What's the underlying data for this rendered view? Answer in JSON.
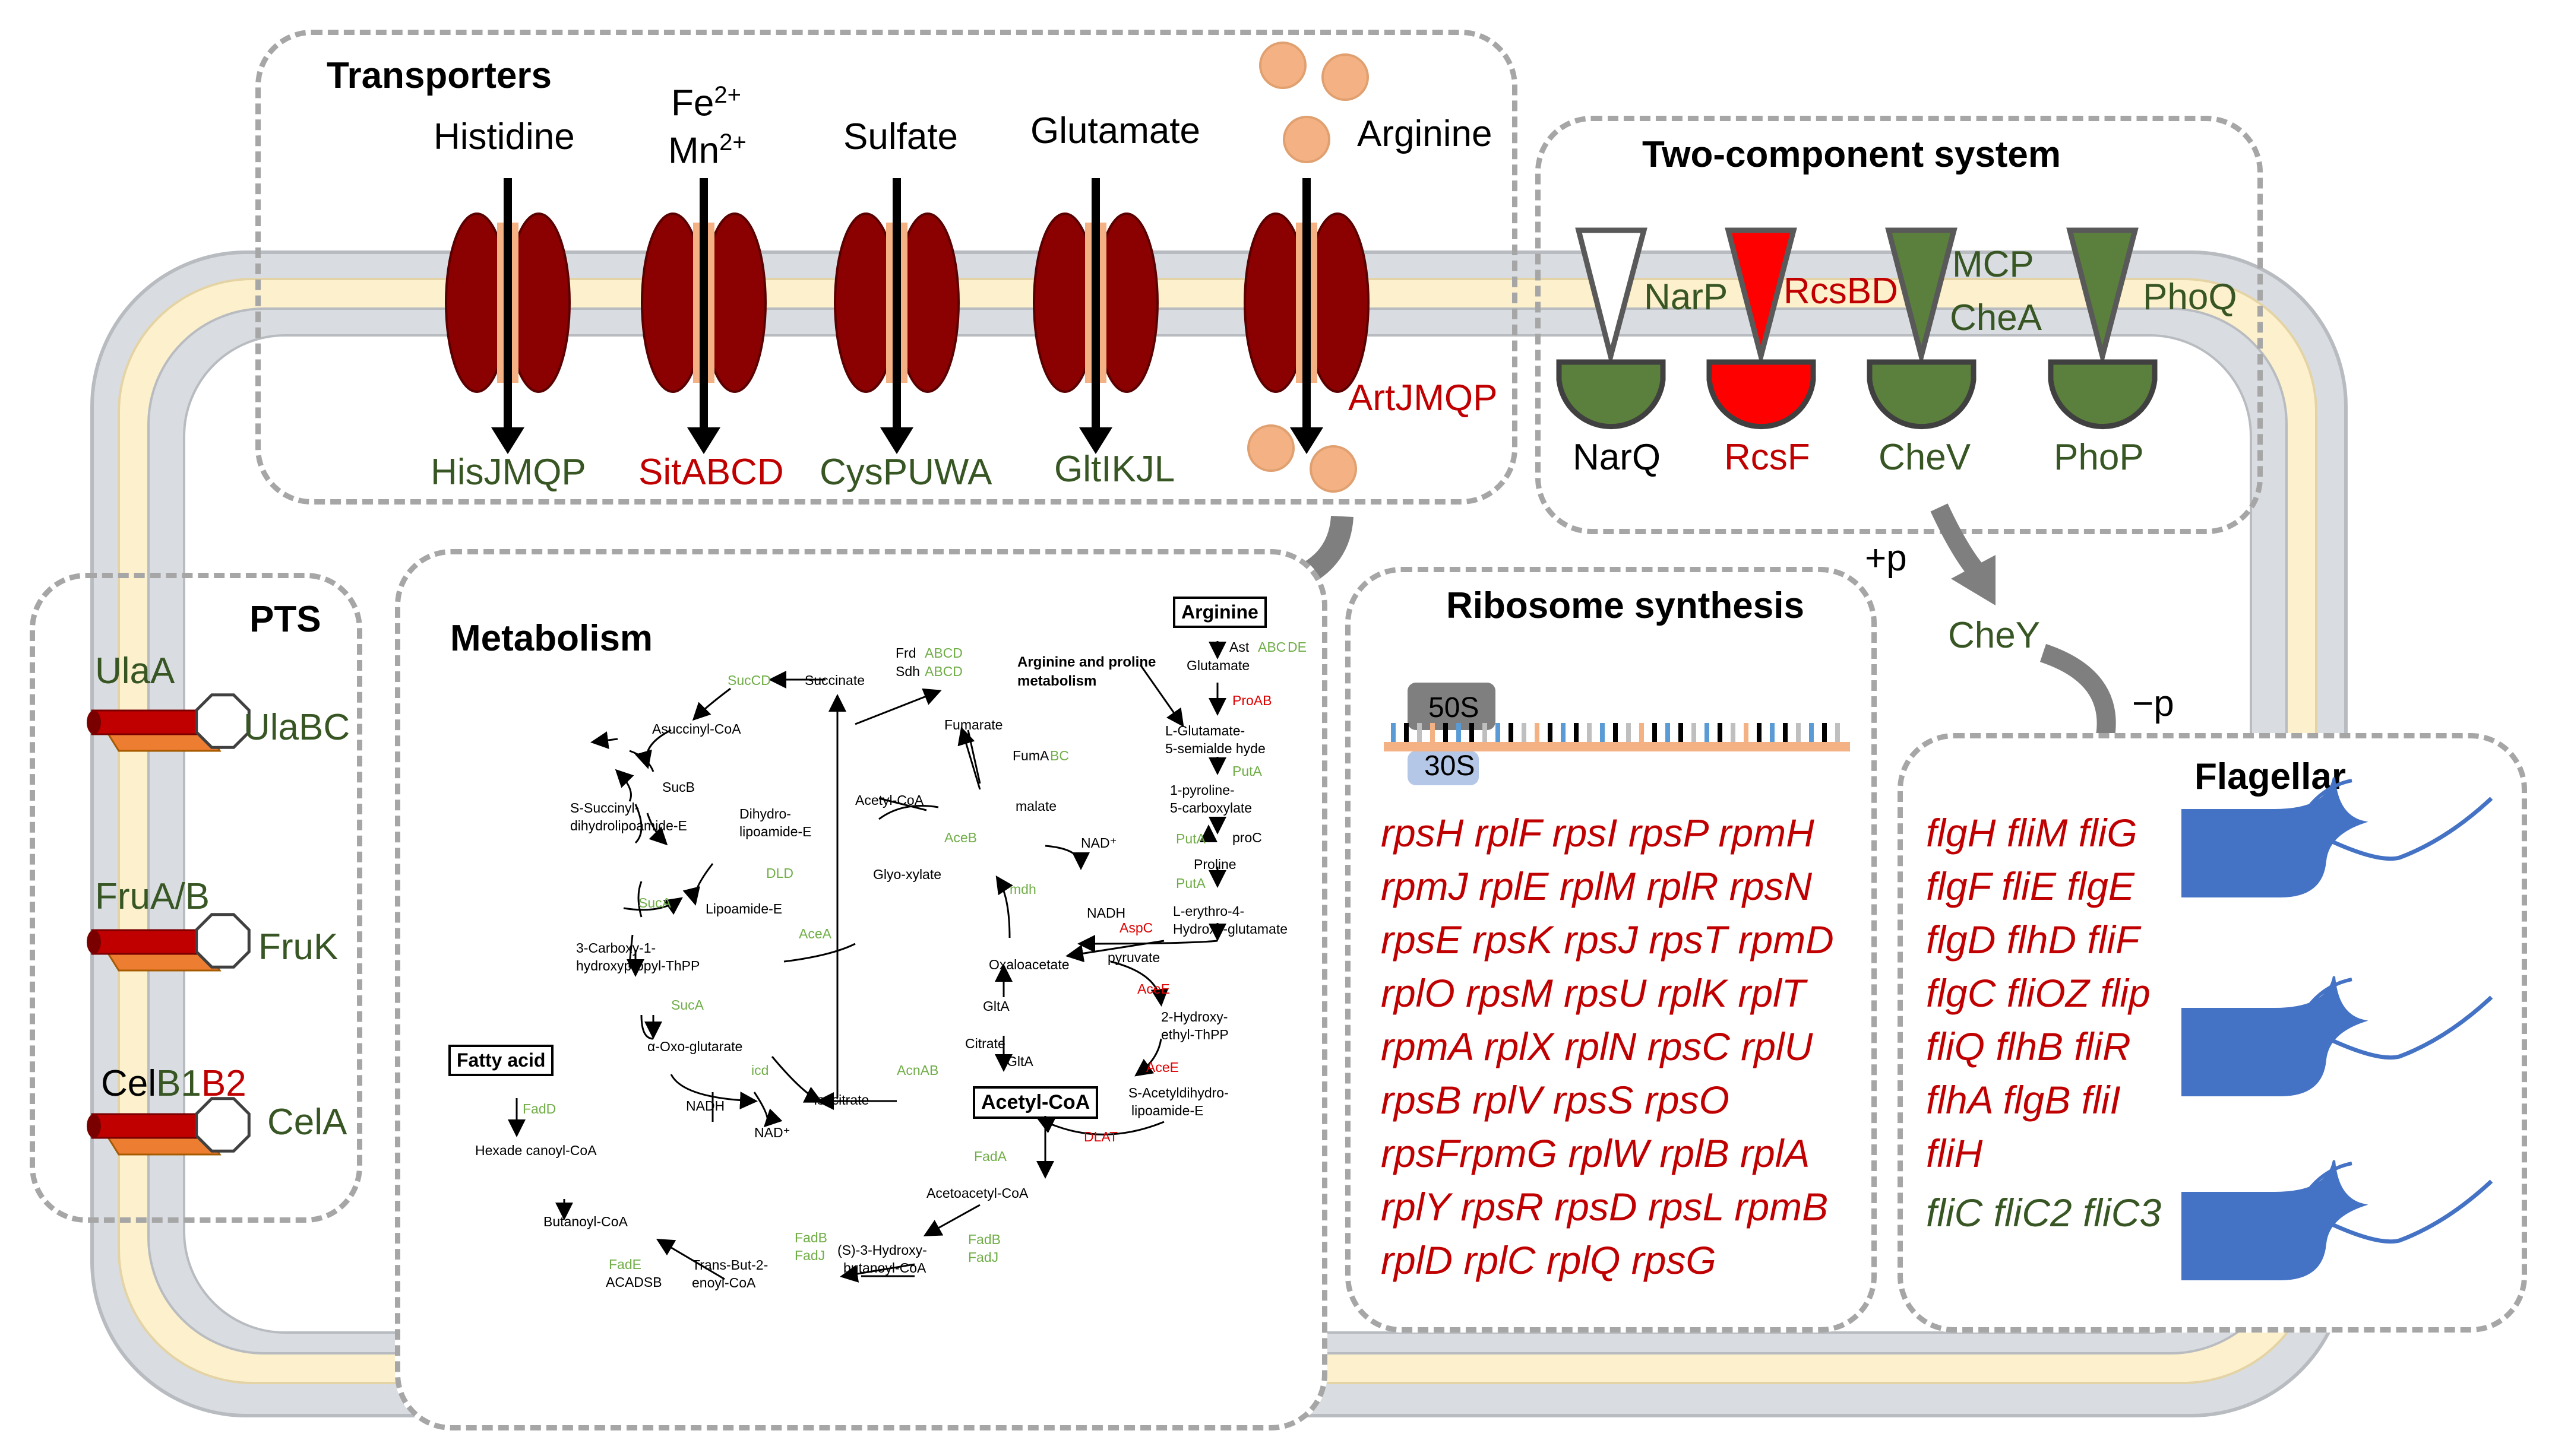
{
  "transporters": {
    "title": "Transporters",
    "substrates": [
      "Histidine",
      "Fe",
      "2+",
      "Mn",
      "2+",
      "Sulfate",
      "Glutamate",
      "Arginine"
    ],
    "genes": [
      "HisJMQP",
      "SitABCD",
      "CysPUWA",
      "GltIKJL",
      "ArtJMQP"
    ]
  },
  "two_component": {
    "title": "Two-component system",
    "sensors": [
      "NarP",
      "RcsBD",
      "MCP",
      "CheA",
      "PhoQ"
    ],
    "regulators": [
      "NarQ",
      "RcsF",
      "CheV",
      "PhoP"
    ],
    "plus_p": "+p",
    "minus_p": "−p",
    "chey": "CheY"
  },
  "pts": {
    "title": "PTS",
    "labels": [
      "UlaA",
      "UlaBC",
      "FruA/B",
      "FruK",
      "Cel",
      "B1",
      "B2",
      "CelA"
    ]
  },
  "metabolism": {
    "title": "Metabolism",
    "boxes": [
      "Arginine",
      "Fatty acid",
      "Acetyl-CoA"
    ],
    "pathway_title": "Arginine and proline metabolism",
    "texts": {
      "succinate": "Succinate",
      "frd_a": "Frd",
      "frd_b": "ABCD",
      "sdh_a": "Sdh",
      "sdh_b": "ABCD",
      "sucCD": "SucCD",
      "asuccinyl": "Asuccinyl-CoA",
      "sucB": "SucB",
      "ssuccinyl": "S-Succinyl-",
      "ssuccinyl2": "dihydrolipoamide-E",
      "dihydro": "Dihydro-",
      "dihydro2": "lipoamide-E",
      "dld": "DLD",
      "sucA1": "SucA",
      "lipoamide": "Lipoamide-E",
      "carboxy": "3-Carboxy-1-",
      "carboxy2": "hydroxypropyl-ThPP",
      "sucA2": "SucA",
      "oxoglut": "α-Oxo-glutarate",
      "icd": "icd",
      "nadh1": "NADH",
      "nadp": "NAD⁺",
      "isocitrate": "Isocitrate",
      "fumarate": "Fumarate",
      "fumABC_a": "FumA",
      "fumABC_b": "BC",
      "malate": "malate",
      "acetylcoa_small": "Acetyl-CoA",
      "aceB": "AceB",
      "glyox": "Glyo-xylate",
      "mdh": "mdh",
      "nadplus": "NAD⁺",
      "nadh2": "NADH",
      "aceA": "AceA",
      "oxaloacetate": "Oxaloacetate",
      "gltA1": "GltA",
      "citrate": "Citrate",
      "acnAB": "AcnAB",
      "gltA2": "GltA",
      "astA": "Ast",
      "astB": "ABC",
      "astC": "DE",
      "glutamate": "Glutamate",
      "proAB": "ProAB",
      "lglut": "L-Glutamate-",
      "lglut2": "5-semialde hyde",
      "putA1": "PutA",
      "pyrroline": "1-pyroline-",
      "pyrroline2": "5-carboxylate",
      "putA2": "PutA",
      "proC": "proC",
      "proline": "Proline",
      "putA3": "PutA",
      "lery": "L-erythro-4-",
      "lery2": "Hydroxy-glutamate",
      "aspC": "AspC",
      "pyruvate": "pyruvate",
      "aceE1": "AceE",
      "hydroxyethyl": "2-Hydroxy-",
      "hydroxyethyl2": "ethyl-ThPP",
      "aceE2": "AceE",
      "sacetyl": "S-Acetyldihydro-",
      "sacetyl2": "lipoamide-E",
      "dlat": "DLAT",
      "fadA": "FadA",
      "acetoacetyl": "Acetoacetyl-CoA",
      "fadD": "FadD",
      "hexadecanoyl": "Hexade canoyl-CoA",
      "butanoyl": "Butanoyl-CoA",
      "fadE": "FadE",
      "acadsb": "ACADSB",
      "transbut": "Trans-But-2-",
      "transbut2": "enoyl-CoA",
      "fadB1": "FadB",
      "fadJ1": "FadJ",
      "hydroxybut": "(S)-3-Hydroxy-",
      "hydroxybut2": "butanoyl-CoA",
      "fadB2": "FadB",
      "fadJ2": "FadJ"
    }
  },
  "ribosome": {
    "title": "Ribosome synthesis",
    "s50": "50S",
    "s30": "30S",
    "gene_lines": [
      "rpsH rplF rpsI rpsP rpmH",
      "rpmJ rplE rplM rplR rpsN",
      "rpsE rpsK rpsJ rpsT rpmD",
      "rplO rpsM rpsU rplK rplT",
      "rpmA rplX rplN rpsC rplU",
      "rpsB rplV rpsS rpsO",
      "rpsFrpmG rplW rplB rplA",
      "rplY rpsR rpsD rpsL rpmB",
      "rplD rplC rplQ rpsG"
    ]
  },
  "flagellar": {
    "title": "Flagellar",
    "gene_lines_red": [
      "flgH fliM fliG",
      "flgF fliE flgE",
      "flgD flhD fliF",
      "flgC fliOZ flip",
      "fliQ flhB fliR",
      "flhA flgB fliI",
      "fliH"
    ],
    "gene_line_green": "fliC fliC2 fliC3"
  },
  "colors": {
    "membrane_outer": "#d9dde2",
    "periplasm": "#fdf0cc",
    "transporter": "#8b0000",
    "sensor_green": "#5b7f3c",
    "sensor_red": "#ff0000",
    "flagella_blue": "#4472c4",
    "label_green": "#375623",
    "label_red": "#c00000"
  }
}
